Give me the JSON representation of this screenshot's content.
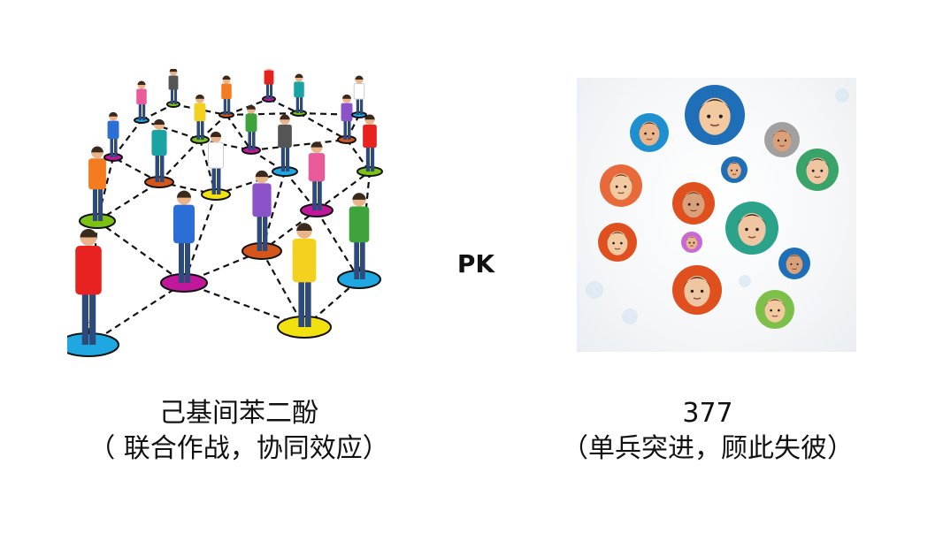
{
  "comparison": {
    "separator": "PK",
    "left": {
      "title": "己基间苯二酚",
      "subtitle": "（ 联合作战，协同效应）",
      "illustration": "networked-people-photo"
    },
    "right": {
      "title": "377",
      "subtitle": "（单兵突进，顾此失彼）",
      "illustration": "isolated-avatar-bubbles"
    }
  }
}
